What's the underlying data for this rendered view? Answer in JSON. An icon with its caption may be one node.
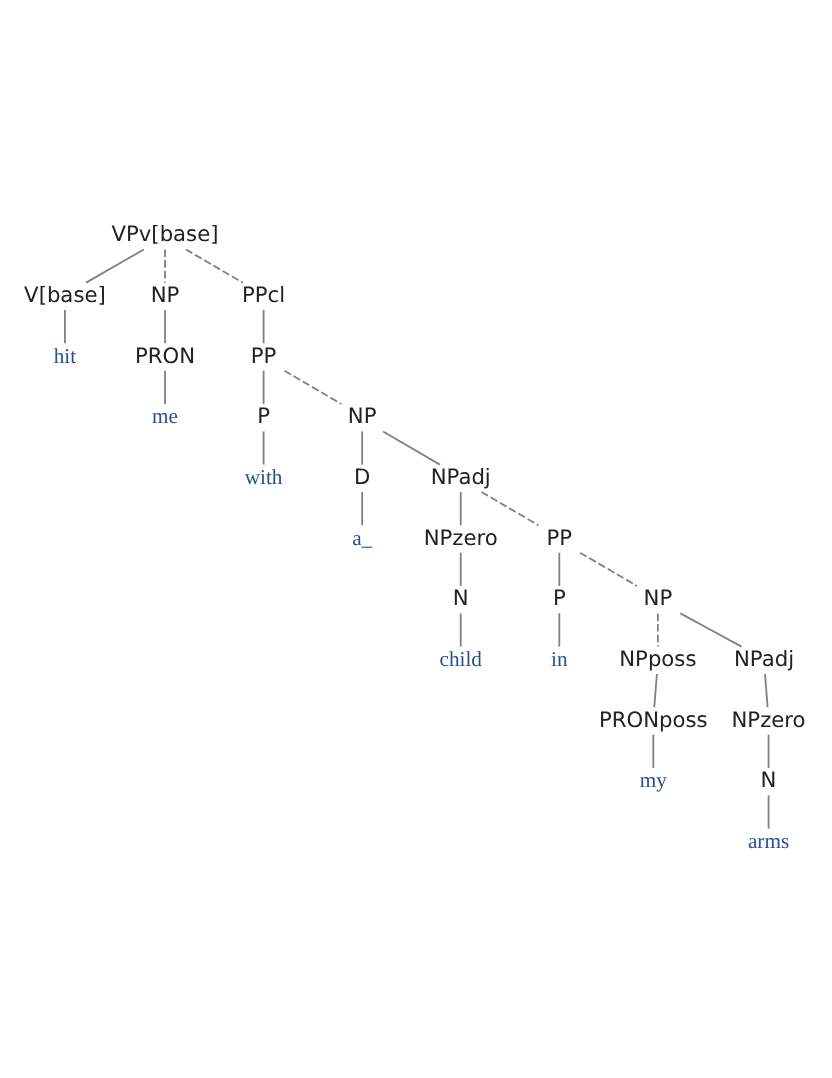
{
  "diagram": {
    "nodes": [
      {
        "text": [
          "VPv[base]"
        ]
      },
      {
        "text": [
          "V[base]"
        ]
      },
      {
        "text": [
          "NP"
        ]
      },
      {
        "text": [
          "PPcl"
        ]
      },
      {
        "text": [
          "hit"
        ]
      },
      {
        "text": [
          "PRON"
        ]
      },
      {
        "text": [
          "PP"
        ]
      },
      {
        "text": [
          "me"
        ]
      },
      {
        "text": [
          "P"
        ]
      },
      {
        "text": [
          "NP"
        ]
      },
      {
        "text": [
          "with"
        ]
      },
      {
        "text": [
          "D"
        ]
      },
      {
        "text": [
          "NPadj"
        ]
      },
      {
        "text": [
          "a_"
        ]
      },
      {
        "text": [
          "NPzero"
        ]
      },
      {
        "text": [
          "PP"
        ]
      },
      {
        "text": [
          "N"
        ]
      },
      {
        "text": [
          "P"
        ]
      },
      {
        "text": [
          "NP"
        ]
      },
      {
        "text": [
          "child"
        ]
      },
      {
        "text": [
          "in"
        ]
      },
      {
        "text": [
          "NPposs"
        ]
      },
      {
        "text": [
          "NPadj"
        ]
      },
      {
        "text": [
          "PRONposs"
        ]
      },
      {
        "text": [
          "NPzero"
        ]
      },
      {
        "text": [
          "my"
        ]
      },
      {
        "text": [
          "N"
        ]
      },
      {
        "text": [
          "arms"
        ]
      }
    ],
    "edges": [
      {
        "from": 0,
        "to": 1,
        "arrow": "none"
      },
      {
        "from": 0,
        "to": 2,
        "arrow": "none",
        "style": "dashed"
      },
      {
        "from": 0,
        "to": 3,
        "arrow": "none",
        "style": "dashed"
      },
      {
        "from": 1,
        "to": 4,
        "arrow": "none"
      },
      {
        "from": 2,
        "to": 5,
        "arrow": "none"
      },
      {
        "from": 3,
        "to": 6,
        "arrow": "none"
      },
      {
        "from": 5,
        "to": 7,
        "arrow": "none"
      },
      {
        "from": 6,
        "to": 8,
        "arrow": "none"
      },
      {
        "from": 6,
        "to": 9,
        "arrow": "none",
        "style": "dashed"
      },
      {
        "from": 8,
        "to": 10,
        "arrow": "none"
      },
      {
        "from": 9,
        "to": 11,
        "arrow": "none"
      },
      {
        "from": 9,
        "to": 12,
        "arrow": "none"
      },
      {
        "from": 11,
        "to": 13,
        "arrow": "none"
      },
      {
        "from": 12,
        "to": 14,
        "arrow": "none"
      },
      {
        "from": 12,
        "to": 15,
        "arrow": "none",
        "style": "dashed"
      },
      {
        "from": 14,
        "to": 16,
        "arrow": "none"
      },
      {
        "from": 15,
        "to": 17,
        "arrow": "none"
      },
      {
        "from": 15,
        "to": 18,
        "arrow": "none",
        "style": "dashed"
      },
      {
        "from": 16,
        "to": 19,
        "arrow": "none"
      },
      {
        "from": 17,
        "to": 20,
        "arrow": "none"
      },
      {
        "from": 18,
        "to": 21,
        "arrow": "none",
        "style": "dashed"
      },
      {
        "from": 18,
        "to": 22,
        "arrow": "none"
      },
      {
        "from": 21,
        "to": 23,
        "arrow": "none"
      },
      {
        "from": 22,
        "to": 24,
        "arrow": "none"
      },
      {
        "from": 23,
        "to": 25,
        "arrow": "none"
      },
      {
        "from": 24,
        "to": 26,
        "arrow": "none"
      },
      {
        "from": 26,
        "to": 27,
        "arrow": "none"
      }
    ]
  }
}
